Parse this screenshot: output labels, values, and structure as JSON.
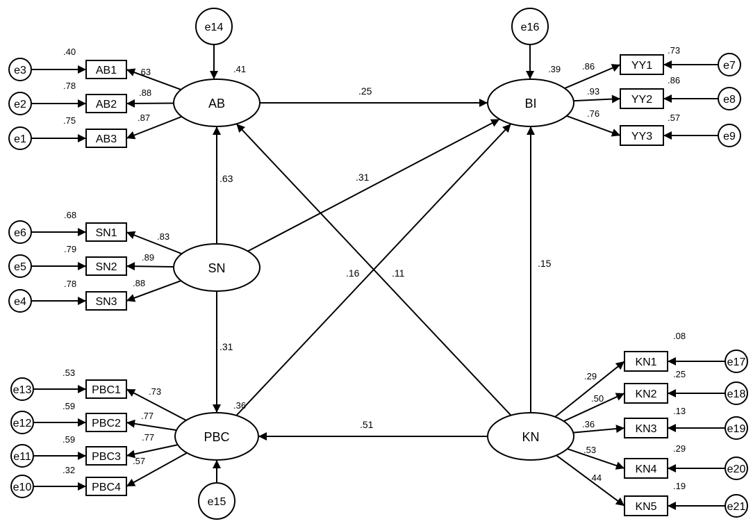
{
  "latents": [
    {
      "id": "AB",
      "label": "AB",
      "r2": ".41"
    },
    {
      "id": "BI",
      "label": "BI",
      "r2": ".39"
    },
    {
      "id": "SN",
      "label": "SN",
      "r2": ""
    },
    {
      "id": "PBC",
      "label": "PBC",
      "r2": ".36"
    },
    {
      "id": "KN",
      "label": "KN",
      "r2": ""
    }
  ],
  "indicators": [
    {
      "id": "AB1",
      "latent": "AB",
      "error": "e3",
      "loading": ".63",
      "r2": ".40"
    },
    {
      "id": "AB2",
      "latent": "AB",
      "error": "e2",
      "loading": ".88",
      "r2": ".78"
    },
    {
      "id": "AB3",
      "latent": "AB",
      "error": "e1",
      "loading": ".87",
      "r2": ".75"
    },
    {
      "id": "SN1",
      "latent": "SN",
      "error": "e6",
      "loading": ".83",
      "r2": ".68"
    },
    {
      "id": "SN2",
      "latent": "SN",
      "error": "e5",
      "loading": ".89",
      "r2": ".79"
    },
    {
      "id": "SN3",
      "latent": "SN",
      "error": "e4",
      "loading": ".88",
      "r2": ".78"
    },
    {
      "id": "PBC1",
      "latent": "PBC",
      "error": "e13",
      "loading": ".73",
      "r2": ".53"
    },
    {
      "id": "PBC2",
      "latent": "PBC",
      "error": "e12",
      "loading": ".77",
      "r2": ".59"
    },
    {
      "id": "PBC3",
      "latent": "PBC",
      "error": "e11",
      "loading": ".77",
      "r2": ".59"
    },
    {
      "id": "PBC4",
      "latent": "PBC",
      "error": "e10",
      "loading": ".57",
      "r2": ".32"
    },
    {
      "id": "YY1",
      "latent": "BI",
      "error": "e7",
      "loading": ".86",
      "r2": ".73"
    },
    {
      "id": "YY2",
      "latent": "BI",
      "error": "e8",
      "loading": ".93",
      "r2": ".86"
    },
    {
      "id": "YY3",
      "latent": "BI",
      "error": "e9",
      "loading": ".76",
      "r2": ".57"
    },
    {
      "id": "KN1",
      "latent": "KN",
      "error": "e17",
      "loading": ".29",
      "r2": ".08"
    },
    {
      "id": "KN2",
      "latent": "KN",
      "error": "e18",
      "loading": ".50",
      "r2": ".25"
    },
    {
      "id": "KN3",
      "latent": "KN",
      "error": "e19",
      "loading": ".36",
      "r2": ".13"
    },
    {
      "id": "KN4",
      "latent": "KN",
      "error": "e20",
      "loading": ".53",
      "r2": ".29"
    },
    {
      "id": "KN5",
      "latent": "KN",
      "error": "e21",
      "loading": ".44",
      "r2": ".19"
    }
  ],
  "disturbances": [
    {
      "id": "e14",
      "target": "AB"
    },
    {
      "id": "e16",
      "target": "BI"
    },
    {
      "id": "e15",
      "target": "PBC"
    }
  ],
  "paths": [
    {
      "from": "AB",
      "to": "BI",
      "coef": ".25"
    },
    {
      "from": "SN",
      "to": "AB",
      "coef": ".63"
    },
    {
      "from": "SN",
      "to": "BI",
      "coef": ".31"
    },
    {
      "from": "SN",
      "to": "PBC",
      "coef": ".31"
    },
    {
      "from": "PBC",
      "to": "BI",
      "coef": ".16"
    },
    {
      "from": "KN",
      "to": "AB",
      "coef": ".11"
    },
    {
      "from": "KN",
      "to": "BI",
      "coef": ".15"
    },
    {
      "from": "KN",
      "to": "PBC",
      "coef": ".51"
    }
  ]
}
